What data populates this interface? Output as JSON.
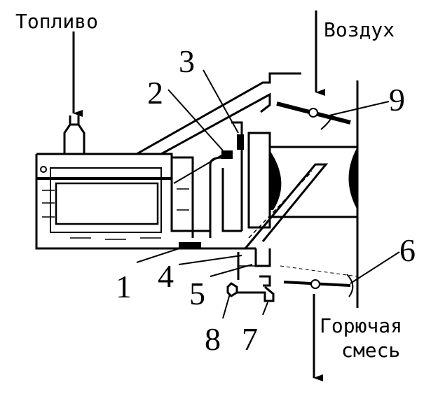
{
  "labels": {
    "fuel": "Топливо",
    "air": "Воздух",
    "mixture_line1": "Горючая",
    "mixture_line2": "смесь"
  },
  "callouts": [
    "1",
    "2",
    "3",
    "4",
    "5",
    "6",
    "7",
    "8",
    "9"
  ]
}
